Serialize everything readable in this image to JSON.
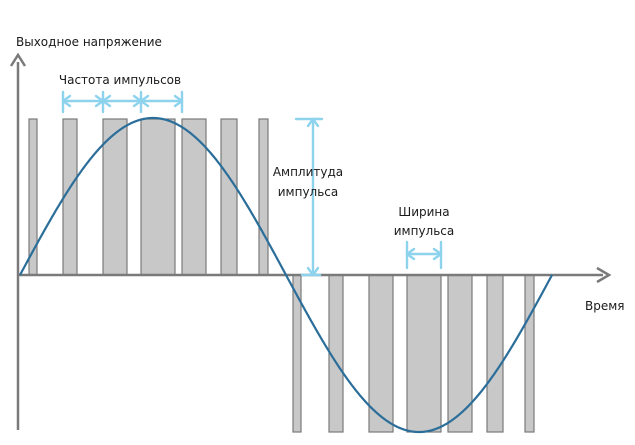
{
  "labels": {
    "y_axis": "Выходное напряжение",
    "x_axis": "Время",
    "pulse_frequency": "Частота импульсов",
    "pulse_amplitude": [
      "Амплитуда",
      "импульса"
    ],
    "pulse_width": [
      "Ширина",
      "импульса"
    ]
  },
  "colors": {
    "axis": "#7a7a7a",
    "pulse_fill": "#c8c8c8",
    "pulse_stroke": "#7a7a7a",
    "sine": "#2b6e9a",
    "annotation": "#8ed3ee"
  }
}
